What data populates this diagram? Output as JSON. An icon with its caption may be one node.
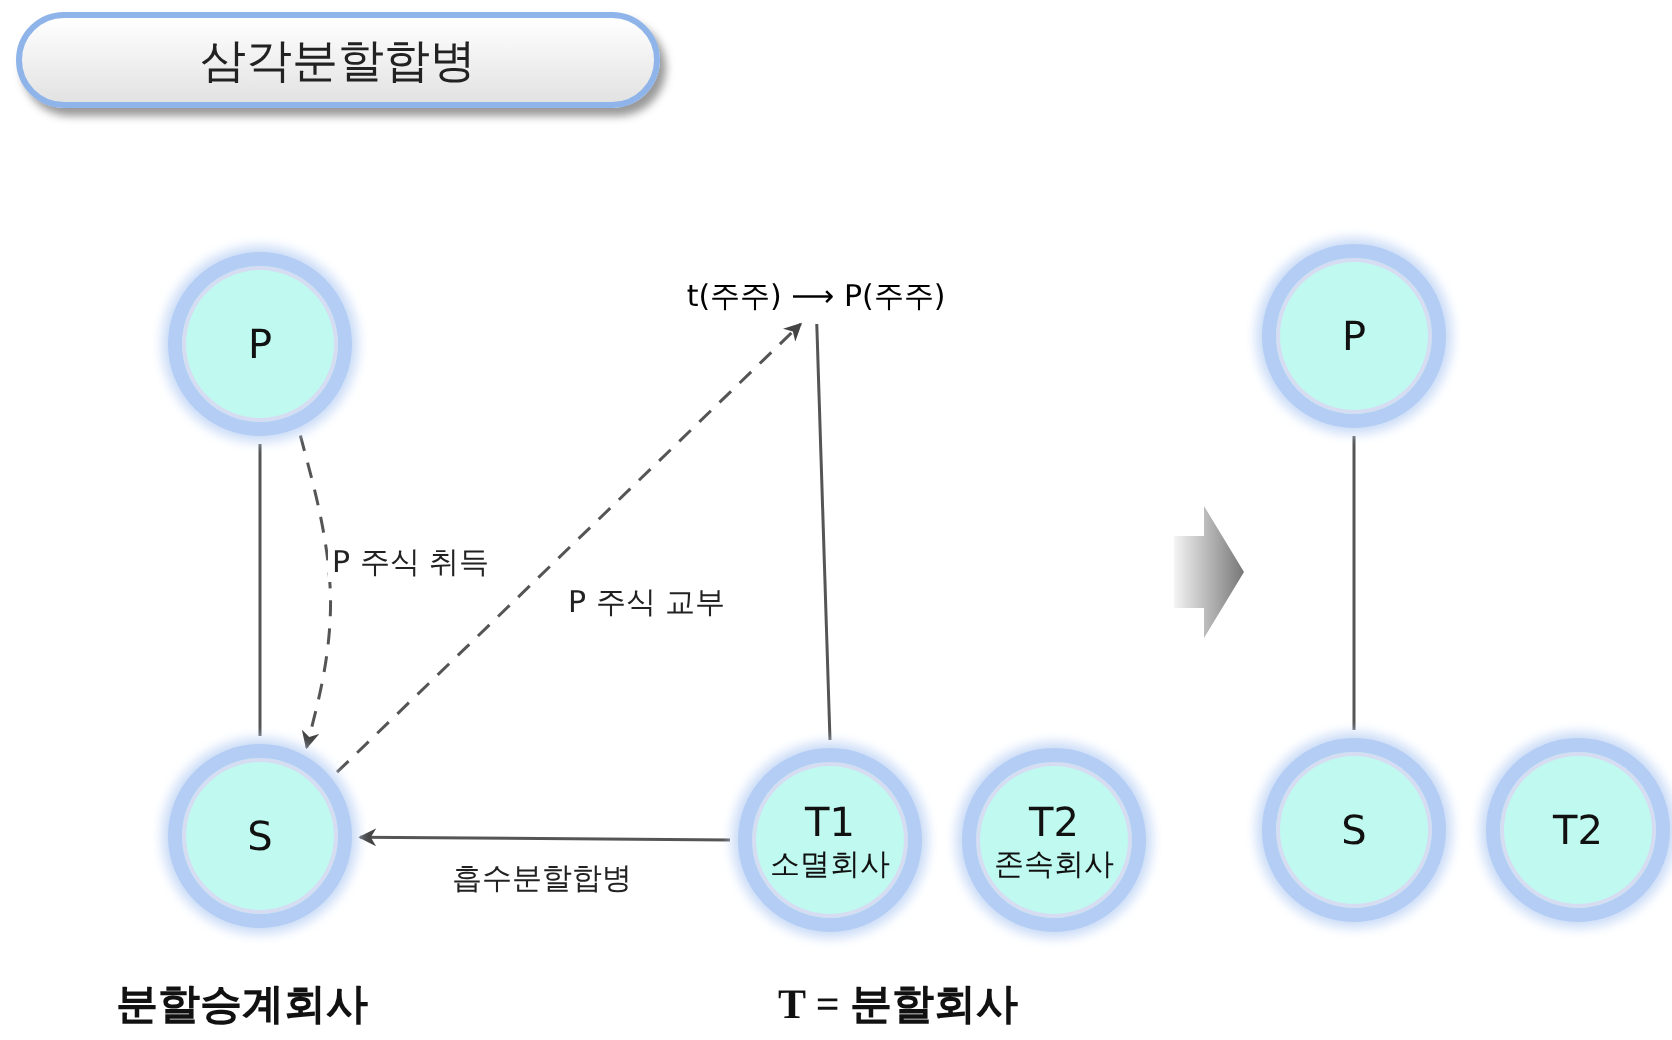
{
  "diagram": {
    "title": "삼각분할합병",
    "nodes": [
      {
        "text": [
          "P"
        ]
      },
      {
        "text": [
          "S"
        ]
      },
      {
        "text": [
          "t(주주) ⟶ P(주주)"
        ]
      },
      {
        "text": [
          "T1",
          "소멸회사"
        ]
      },
      {
        "text": [
          "T2",
          "존속회사"
        ]
      },
      {
        "text": [
          "P"
        ]
      },
      {
        "text": [
          "S"
        ]
      },
      {
        "text": [
          "T2"
        ]
      }
    ],
    "edges": [
      {
        "from": 0,
        "to": 1,
        "arrow": "none"
      },
      {
        "from": 0,
        "to": 1,
        "arrow": "to",
        "style": "dashed",
        "label": "P 주식 취득"
      },
      {
        "from": 1,
        "to": 2,
        "arrow": "to",
        "style": "dashed",
        "label": "P 주식 교부"
      },
      {
        "from": 2,
        "to": 3,
        "arrow": "none"
      },
      {
        "from": 3,
        "to": 1,
        "arrow": "to",
        "label": "흡수분할합병"
      },
      {
        "from": 5,
        "to": 6,
        "arrow": "none"
      }
    ],
    "labels": [
      "분할승계회사",
      "T = 분할회사"
    ]
  }
}
